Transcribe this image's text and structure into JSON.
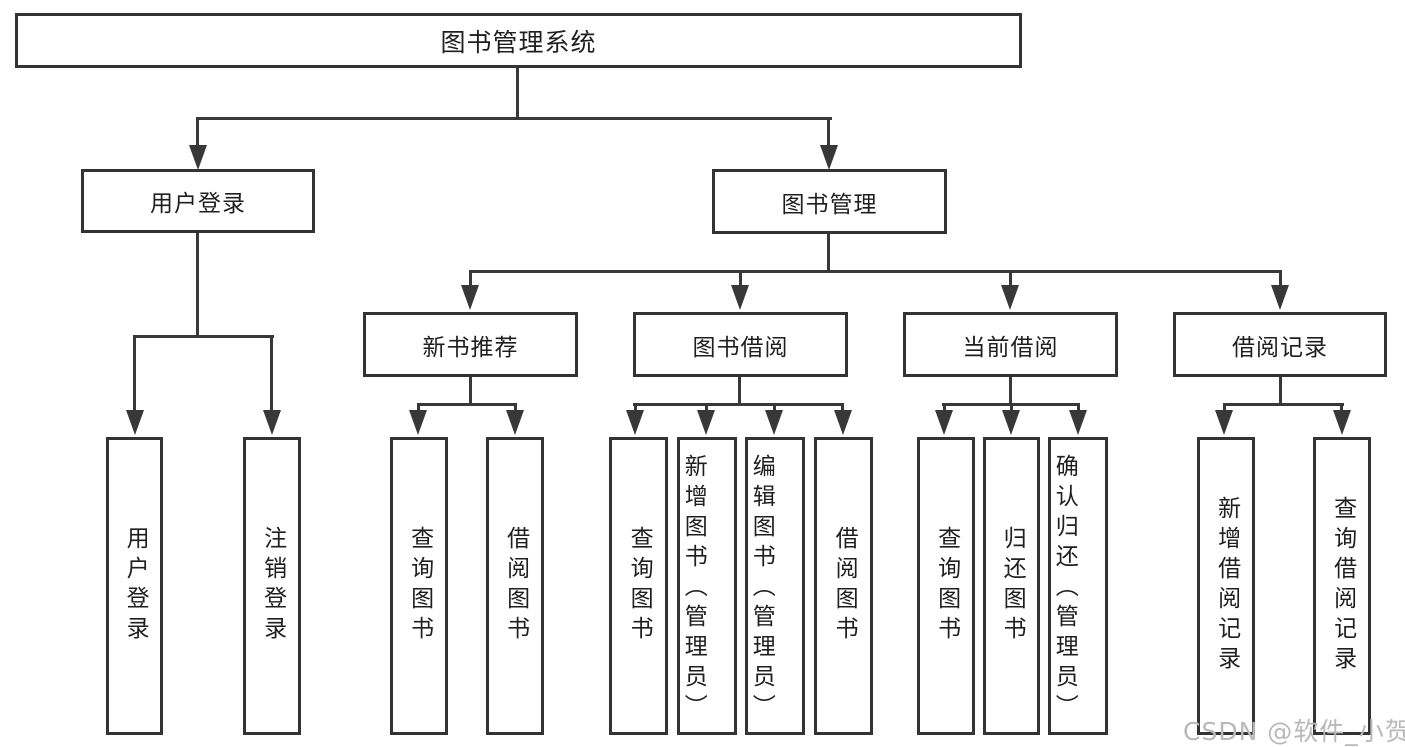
{
  "diagram": {
    "title": "图书管理系统",
    "root": {
      "label": "图书管理系统"
    },
    "level2": [
      {
        "label": "用户登录",
        "children": [
          {
            "label": "用户登录"
          },
          {
            "label": "注销登录"
          }
        ]
      },
      {
        "label": "图书管理",
        "children": [
          {
            "label": "新书推荐",
            "children": [
              {
                "label": "查询图书"
              },
              {
                "label": "借阅图书"
              }
            ]
          },
          {
            "label": "图书借阅",
            "children": [
              {
                "label": "查询图书"
              },
              {
                "label": "新增图书（管理员）"
              },
              {
                "label": "编辑图书（管理员）"
              },
              {
                "label": "借阅图书"
              }
            ]
          },
          {
            "label": "当前借阅",
            "children": [
              {
                "label": "查询图书"
              },
              {
                "label": "归还图书"
              },
              {
                "label": "确认归还（管理员）"
              }
            ]
          },
          {
            "label": "借阅记录",
            "children": [
              {
                "label": "新增借阅记录"
              },
              {
                "label": "查询借阅记录"
              }
            ]
          }
        ]
      }
    ]
  },
  "watermark": {
    "text": "CSDN @软件_小贺同学"
  },
  "colors": {
    "line": "#383838",
    "box_border": "#333333",
    "text": "#1f1f1f",
    "watermark": "#b9b9b9",
    "background": "#ffffff"
  }
}
